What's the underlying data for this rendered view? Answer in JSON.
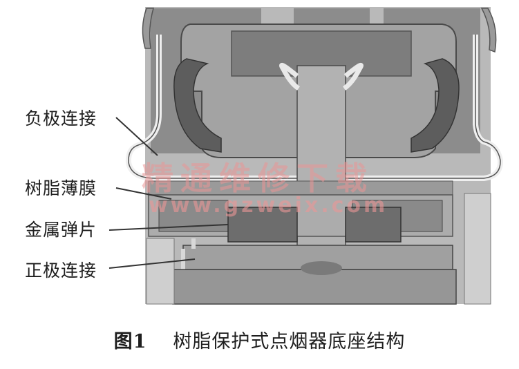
{
  "labels": {
    "negative": "负极连接",
    "film": "树脂薄膜",
    "spring": "金属弹片",
    "positive": "正极连接"
  },
  "caption": {
    "number": "图1",
    "title": "树脂保护式点烟器底座结构"
  },
  "watermark": {
    "text": "精通维修下载",
    "url": "www.gzweix.com"
  }
}
